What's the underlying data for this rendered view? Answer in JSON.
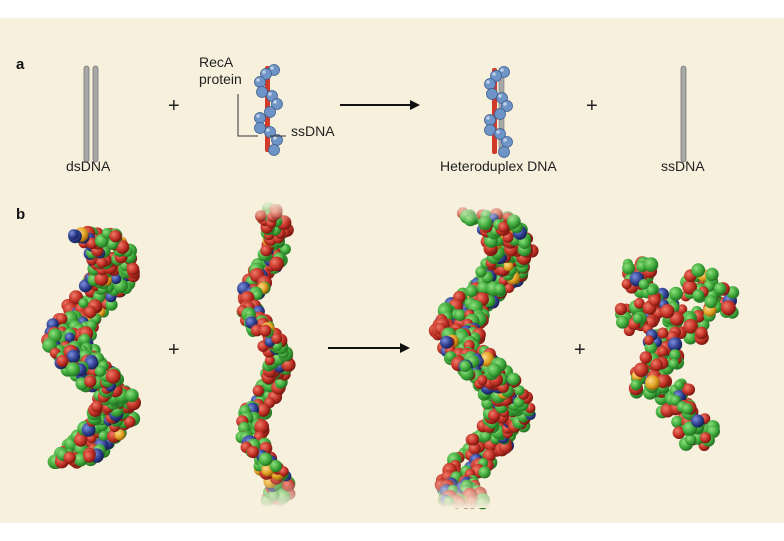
{
  "panel_a": {
    "letter": "a",
    "labels": {
      "recA_line1": "RecA",
      "recA_line2": "protein",
      "ssdna_inner": "ssDNA",
      "dsdna": "dsDNA",
      "heteroduplex": "Heteroduplex DNA",
      "ssdna_right": "ssDNA"
    },
    "plus": "+"
  },
  "panel_b": {
    "letter": "b",
    "plus": "+"
  },
  "colors": {
    "background": "#f6f0dd",
    "strand": "#9a9a9a",
    "ssdna_red": "#d23a2a",
    "recA_blue": "#6f95c8",
    "atom_green": "#3ea83a",
    "atom_red": "#c03024",
    "atom_blue": "#2f3f8f",
    "atom_orange": "#e0a020"
  }
}
